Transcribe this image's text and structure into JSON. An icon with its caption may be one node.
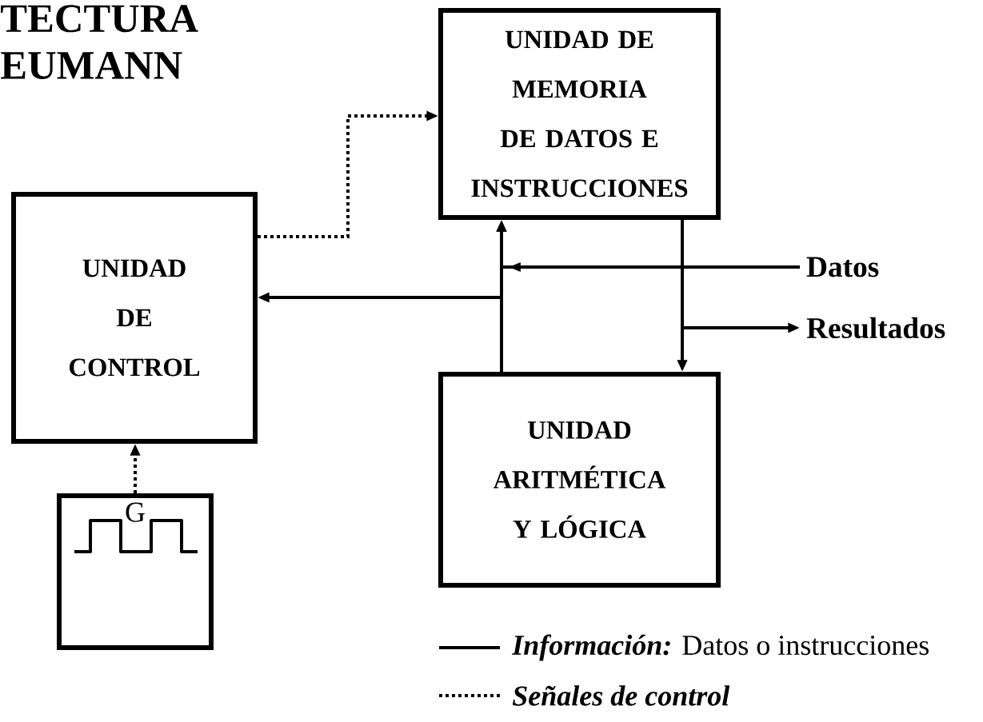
{
  "diagram": {
    "title": "TECTURA EUMANN",
    "nodes": [
      {
        "text": [
          "UNIDAD DE CONTROL"
        ]
      },
      {
        "text": [
          "UNIDAD DE MEMORIA DE DATOS E INSTRUCCIONES"
        ]
      },
      {
        "text": [
          "UNIDAD ARITMÉTICA Y LÓGICA"
        ]
      },
      {
        "text": [
          "G"
        ]
      },
      {
        "text": [
          "Datos"
        ]
      },
      {
        "text": [
          "Resultados"
        ]
      }
    ],
    "edges": [
      {
        "from": 0,
        "to": 1,
        "arrow": "to",
        "style": "dashed"
      },
      {
        "from": 3,
        "to": 0,
        "arrow": "to",
        "style": "dashed"
      },
      {
        "from": 2,
        "to": 1,
        "arrow": "to"
      },
      {
        "from": 2,
        "to": 0,
        "arrow": "to"
      },
      {
        "from": 4,
        "to": 1,
        "arrow": "to"
      },
      {
        "from": 1,
        "to": 2,
        "arrow": "to"
      },
      {
        "from": 1,
        "to": 5,
        "arrow": "to"
      }
    ],
    "legend": [
      {
        "text": "**Información:** Datos o instrucciones"
      },
      {
        "text": "Señales de control"
      }
    ]
  }
}
